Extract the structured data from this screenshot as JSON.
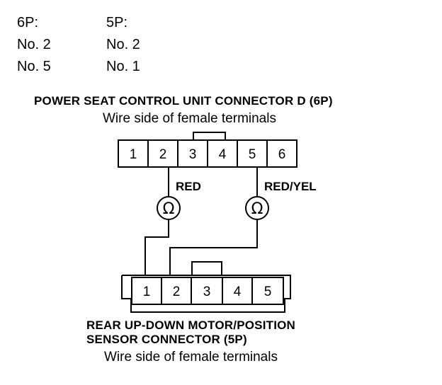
{
  "pin_table": {
    "header_6p": "6P:",
    "header_5p": "5P:",
    "rows": [
      {
        "p6": "No. 2",
        "p5": "No. 2"
      },
      {
        "p6": "No. 5",
        "p5": "No. 1"
      }
    ]
  },
  "connector_d": {
    "title": "POWER SEAT CONTROL UNIT CONNECTOR D (6P)",
    "subtitle": "Wire side of female terminals",
    "pins": [
      "1",
      "2",
      "3",
      "4",
      "5",
      "6"
    ]
  },
  "wires": {
    "left_label": "RED",
    "right_label": "RED/YEL"
  },
  "ohmmeter": {
    "symbol": "Ω",
    "icon": "ohmmeter-icon"
  },
  "connector_5p": {
    "title_line1": "REAR UP-DOWN MOTOR/POSITION",
    "title_line2": "SENSOR CONNECTOR (5P)",
    "subtitle": "Wire side of female terminals",
    "pins": [
      "1",
      "2",
      "3",
      "4",
      "5"
    ]
  }
}
